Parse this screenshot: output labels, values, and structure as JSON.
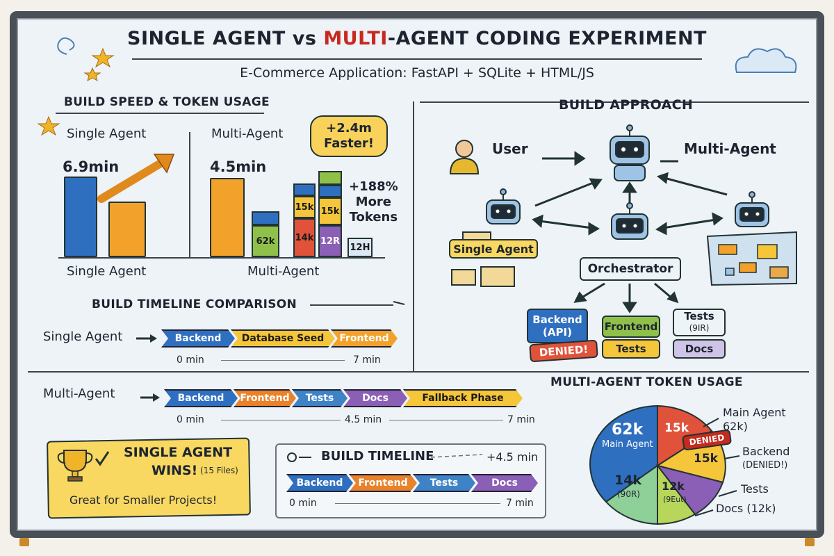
{
  "header": {
    "title_part1": "SINGLE AGENT vs ",
    "title_accent": "MULTI",
    "title_part2": "-AGENT CODING EXPERIMENT",
    "subtitle": "E-Commerce Application: FastAPI + SQLite + HTML/JS"
  },
  "speed": {
    "section_title": "BUILD SPEED & TOKEN USAGE",
    "single_heading": "Single Agent",
    "multi_heading": "Multi-Agent",
    "single_time": "6.9min",
    "multi_time": "4.5min",
    "bubble_line1": "+2.4m",
    "bubble_line2": "Faster!",
    "tokens_line1": "+188%",
    "tokens_line2": "More",
    "tokens_line3": "Tokens",
    "single_footer": "Single Agent",
    "multi_footer": "Multi-Agent",
    "stack_labels": [
      "62k",
      "14k",
      "15k",
      "12R",
      "15k",
      "12H"
    ],
    "colors": {
      "blue": "#2f6fc0",
      "orange": "#f2a22a",
      "yellow": "#f5c53a",
      "green": "#8fc14a",
      "red": "#e0523a",
      "purple": "#8a5fb5"
    }
  },
  "timeline_compare": {
    "section_title": "BUILD TIMELINE COMPARISON",
    "single_label": "Single Agent",
    "single_phases": [
      "Backend",
      "Database Seed",
      "Frontend"
    ],
    "single_ticks": [
      "0 min",
      "7 min"
    ],
    "multi_label": "Multi-Agent",
    "multi_phases": [
      "Backend",
      "Frontend",
      "Tests",
      "Docs",
      "Fallback Phase"
    ],
    "multi_ticks": [
      "0 min",
      "4.5 min",
      "7 min"
    ]
  },
  "approach": {
    "section_title": "BUILD APPROACH",
    "user_label": "User",
    "multi_label": "Multi-Agent",
    "single_agent_box": "Single Agent",
    "orchestrator": "Orchestrator",
    "backend_box_line1": "Backend",
    "backend_box_line2": "(API)",
    "denied_tag": "DENIED!",
    "frontend_box": "Frontend",
    "tests_box": "Tests",
    "tests_sub_box_line1": "Tests",
    "tests_sub_box_line2": "(9IR)",
    "docs_box": "Docs"
  },
  "token_usage": {
    "section_title": "MULTI-AGENT TOKEN USAGE",
    "slice_labels": {
      "main_value": "62k",
      "main_name": "Main Agent",
      "backend_slice": "15k",
      "denied": "DENIED",
      "tests_slice": "15k",
      "docs_value": "14k",
      "docs_sub": "(90R)",
      "tests_value": "12k",
      "tests_sub": "(9Eut)"
    },
    "callouts": {
      "main_line1": "Main Agent",
      "main_line2": "62k)",
      "backend_line1": "Backend",
      "backend_line2": "(DENIED!)",
      "tests": "Tests",
      "docs": "Docs (12k)"
    }
  },
  "winner": {
    "line1": "SINGLE AGENT",
    "line2": "WINS!",
    "files": "(15 Files)",
    "note": "Great for Smaller Projects!"
  },
  "mini_timeline": {
    "title": "BUILD TIMELINE",
    "delta": "+4.5 min",
    "phases": [
      "Backend",
      "Frontend",
      "Tests",
      "Docs"
    ],
    "ticks": [
      "0 min",
      "7 min"
    ]
  }
}
